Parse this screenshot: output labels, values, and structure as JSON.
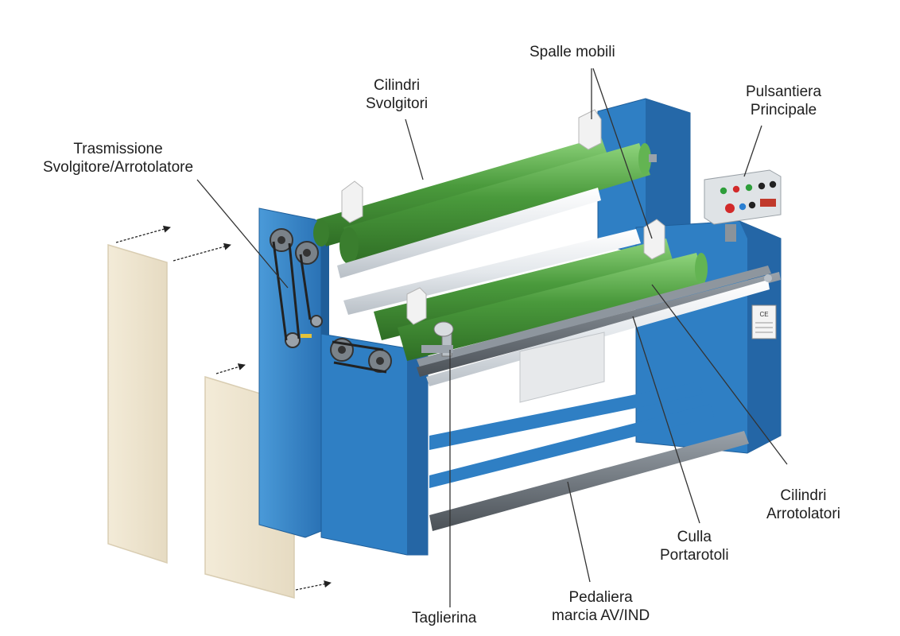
{
  "labels": {
    "spalle_mobili": {
      "lines": [
        "Spalle mobili"
      ]
    },
    "cilindri_svolgitori": {
      "lines": [
        "Cilindri",
        "Svolgitori"
      ]
    },
    "pulsantiera_principale": {
      "lines": [
        "Pulsantiera",
        "Principale"
      ]
    },
    "trasmissione": {
      "lines": [
        "Trasmissione",
        "Svolgitore/Arrotolatore"
      ]
    },
    "cilindri_arrotolatori": {
      "lines": [
        "Cilindri",
        "Arrotolatori"
      ]
    },
    "culla_portarotoli": {
      "lines": [
        "Culla",
        "Portarotoli"
      ]
    },
    "pedaliera": {
      "lines": [
        "Pedaliera",
        "marcia AV/IND"
      ]
    },
    "taglierina": {
      "lines": [
        "Taglierina"
      ]
    }
  },
  "plate_text": "CE",
  "colors": {
    "frame_blue": "#2f7fc4",
    "frame_blue_dark": "#1f5e99",
    "frame_blue_light": "#4a9ad8",
    "roller_green": "#4a9a3c",
    "roller_green_light": "#7cc46a",
    "panel_cream": "#efe6d2",
    "panel_border": "#d9cdb2",
    "leader_line": "#333333",
    "button_green": "#2e9e3a",
    "button_red": "#d22a2a",
    "button_blue": "#2a7fd2"
  }
}
